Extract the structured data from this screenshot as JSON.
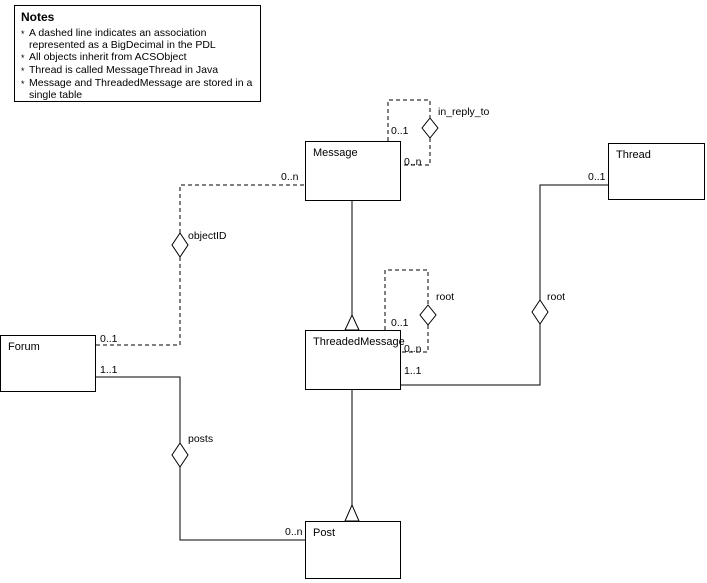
{
  "notes": {
    "title": "Notes",
    "bullet": "*",
    "items": [
      "A dashed line indicates an association represented as a BigDecimal in the PDL",
      "All objects inherit from ACSObject",
      "Thread is called MessageThread in Java",
      "Message and ThreadedMessage are stored in a single table"
    ]
  },
  "classes": {
    "message": {
      "name": "Message"
    },
    "thread": {
      "name": "Thread"
    },
    "forum": {
      "name": "Forum"
    },
    "threaded_message": {
      "name": "ThreadedMessage"
    },
    "post": {
      "name": "Post"
    }
  },
  "associations": {
    "in_reply_to": {
      "name": "in_reply_to",
      "mult_top": "0..1",
      "mult_side": "0..n"
    },
    "object_id": {
      "name": "objectID",
      "mult_forum": "0..1",
      "mult_message": "0..n"
    },
    "root_self": {
      "name": "root",
      "mult_top": "0..1",
      "mult_side": "0..n"
    },
    "root_thread": {
      "name": "root",
      "mult_thread": "0..1",
      "mult_tm": "1..1"
    },
    "posts": {
      "name": "posts",
      "mult_forum": "1..1",
      "mult_post": "0..n"
    }
  },
  "colors": {
    "line": "#000000",
    "background": "#ffffff"
  }
}
